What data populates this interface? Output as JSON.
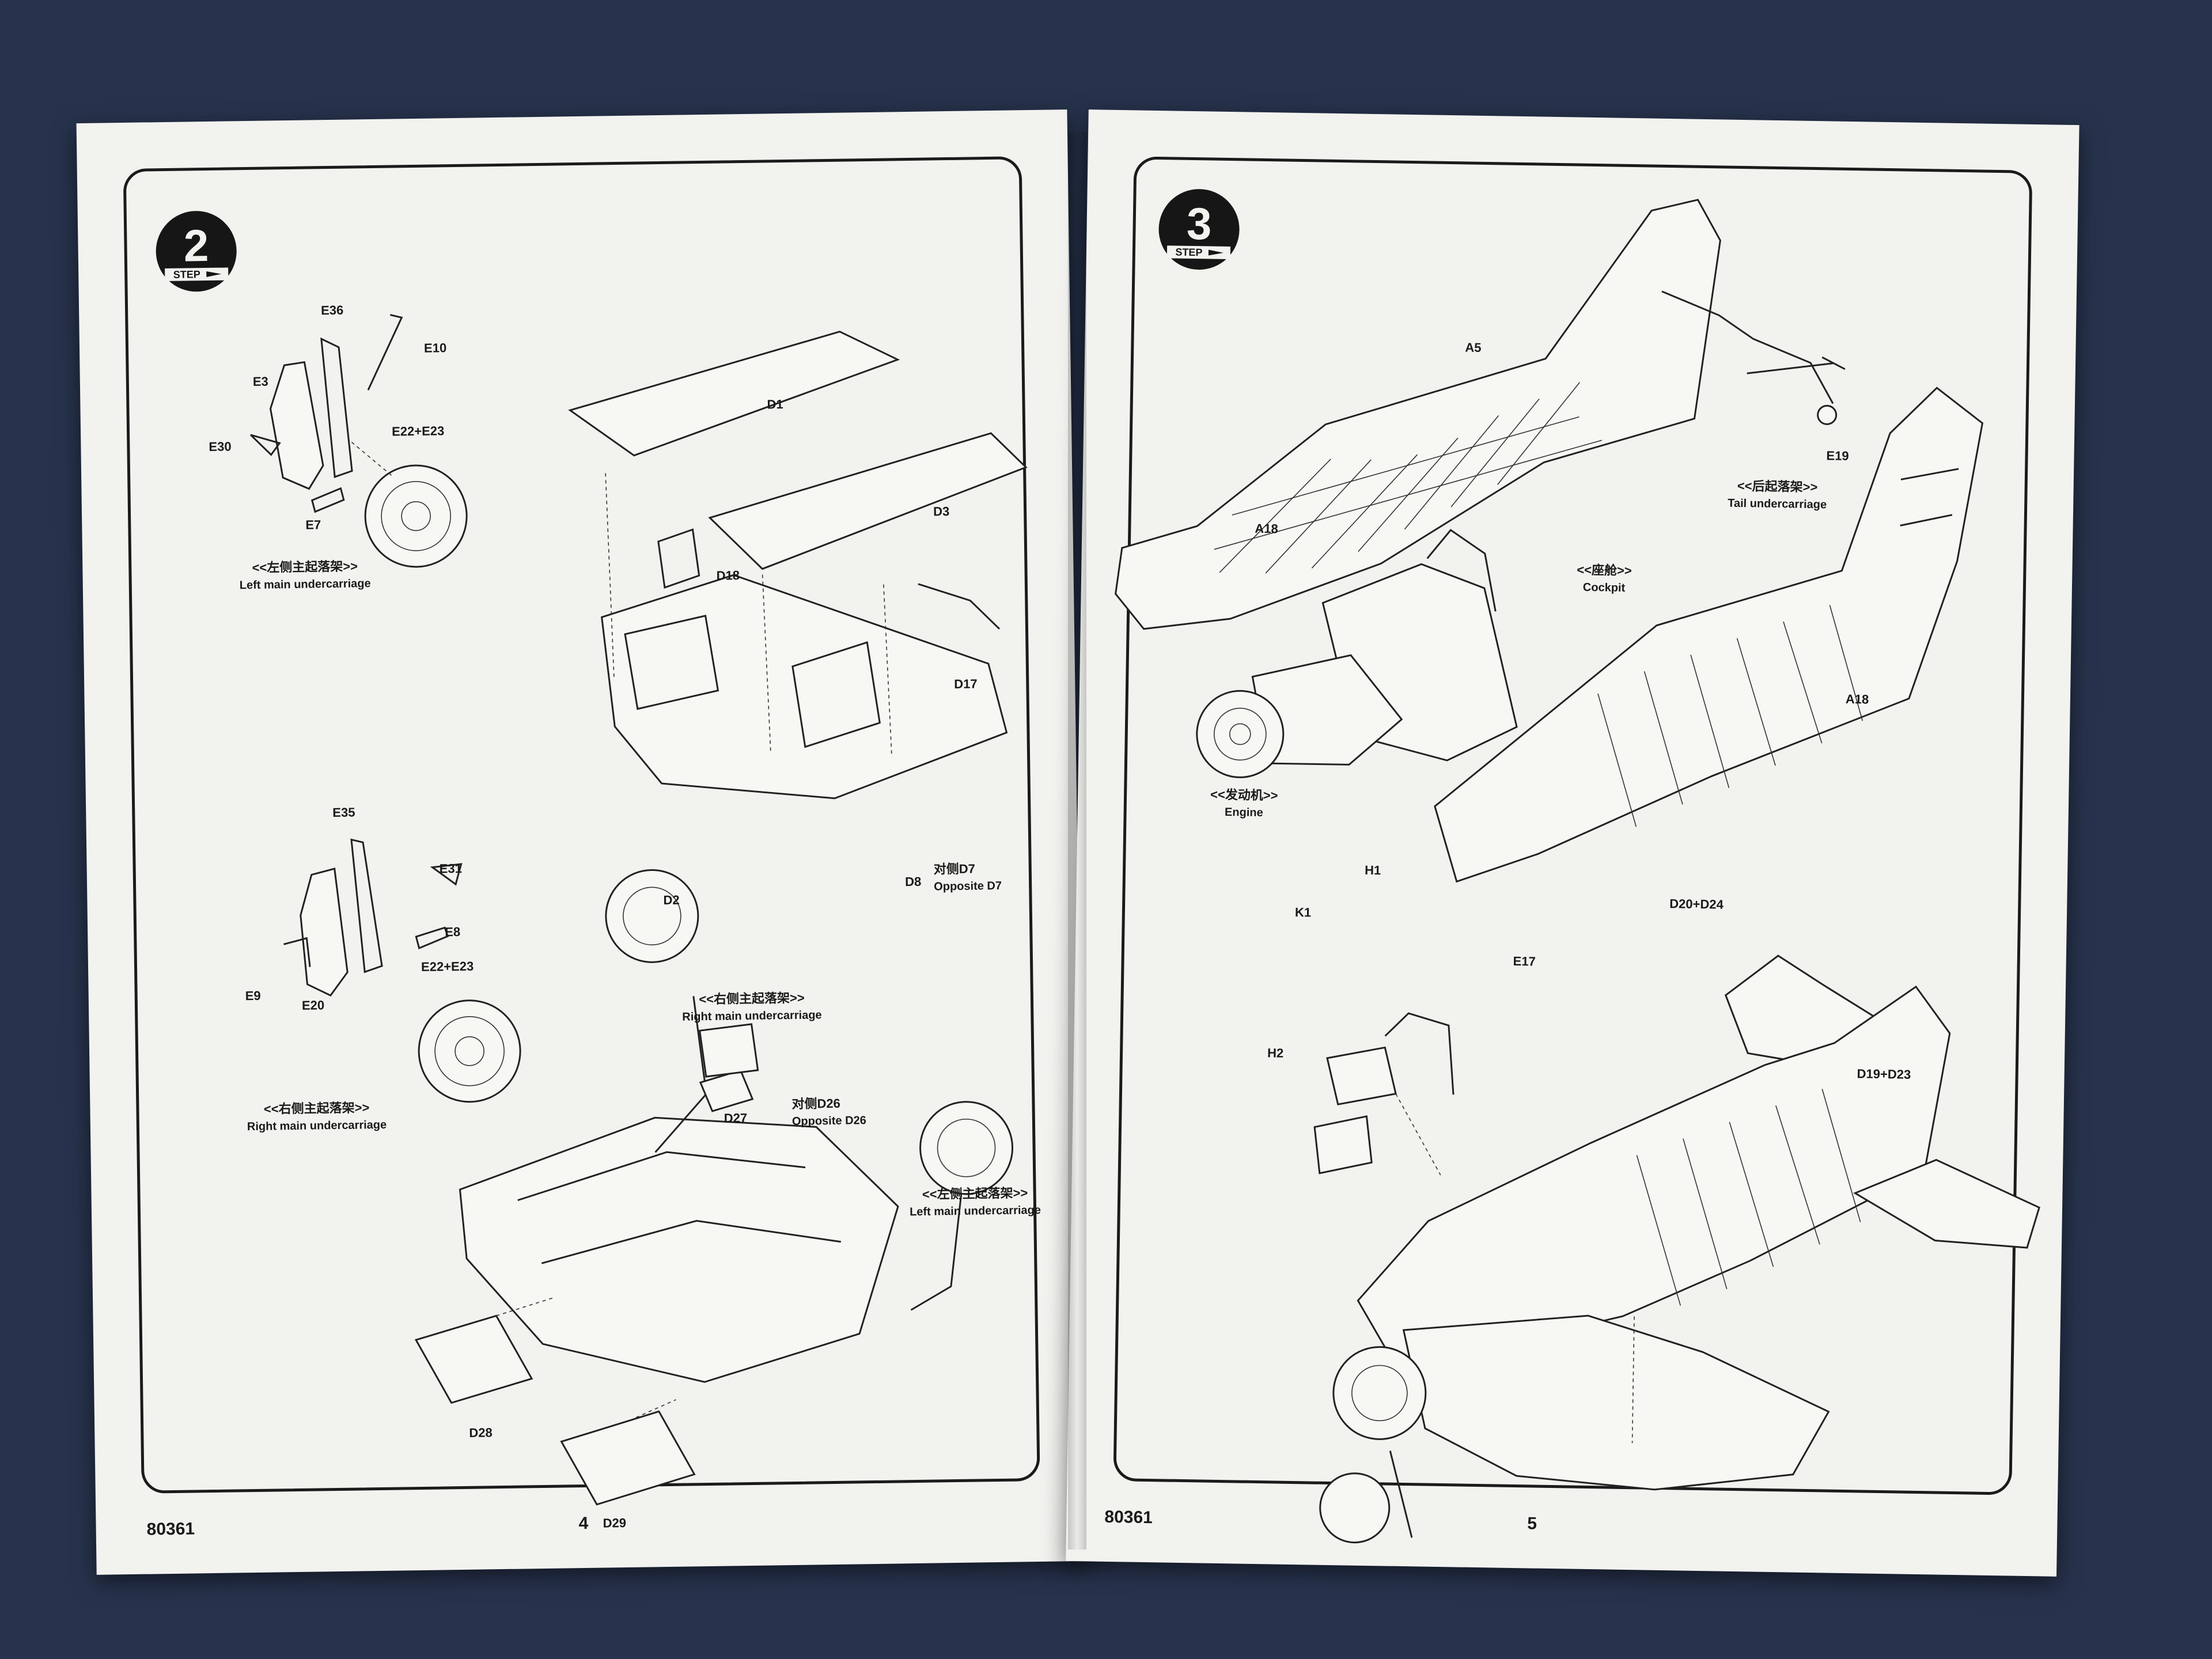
{
  "left_page": {
    "step_badge": {
      "number": "2",
      "word": "STEP"
    },
    "kit_number": "80361",
    "page_number": "4",
    "captions": {
      "left_main_top": {
        "zh": "<<左侧主起落架>>",
        "en": "Left main undercarriage"
      },
      "right_main_mid": {
        "zh": "<<右侧主起落架>>",
        "en": "Right main undercarriage"
      },
      "right_main_center": {
        "zh": "<<右侧主起落架>>",
        "en": "Right main undercarriage"
      },
      "left_main_right": {
        "zh": "<<左侧主起落架>>",
        "en": "Left main undercarriage"
      },
      "opposite_d7": {
        "zh": "对侧D7",
        "en": "Opposite D7"
      },
      "opposite_d26": {
        "zh": "对侧D26",
        "en": "Opposite D26"
      }
    },
    "parts": {
      "e36": "E36",
      "e10": "E10",
      "e3": "E3",
      "e30": "E30",
      "e7": "E7",
      "e22_e23_top": "E22+E23",
      "e35": "E35",
      "e31": "E31",
      "e8": "E8",
      "e9": "E9",
      "e20": "E20",
      "e22_e23_bottom": "E22+E23",
      "d1": "D1",
      "d3": "D3",
      "d18": "D18",
      "d17": "D17",
      "d2": "D2",
      "d8": "D8",
      "d27": "D27",
      "d28": "D28",
      "d29": "D29"
    }
  },
  "right_page": {
    "step_badge": {
      "number": "3",
      "word": "STEP"
    },
    "kit_number": "80361",
    "page_number": "5",
    "captions": {
      "tail": {
        "zh": "<<后起落架>>",
        "en": "Tail undercarriage"
      },
      "cockpit": {
        "zh": "<<座舱>>",
        "en": "Cockpit"
      },
      "engine": {
        "zh": "<<发动机>>",
        "en": "Engine"
      }
    },
    "parts": {
      "a5": "A5",
      "e19": "E19",
      "a18_left": "A18",
      "a18_right": "A18",
      "d20_d24": "D20+D24",
      "h1": "H1",
      "k1": "K1",
      "e17": "E17",
      "h2": "H2",
      "d19_d23": "D19+D23"
    }
  }
}
